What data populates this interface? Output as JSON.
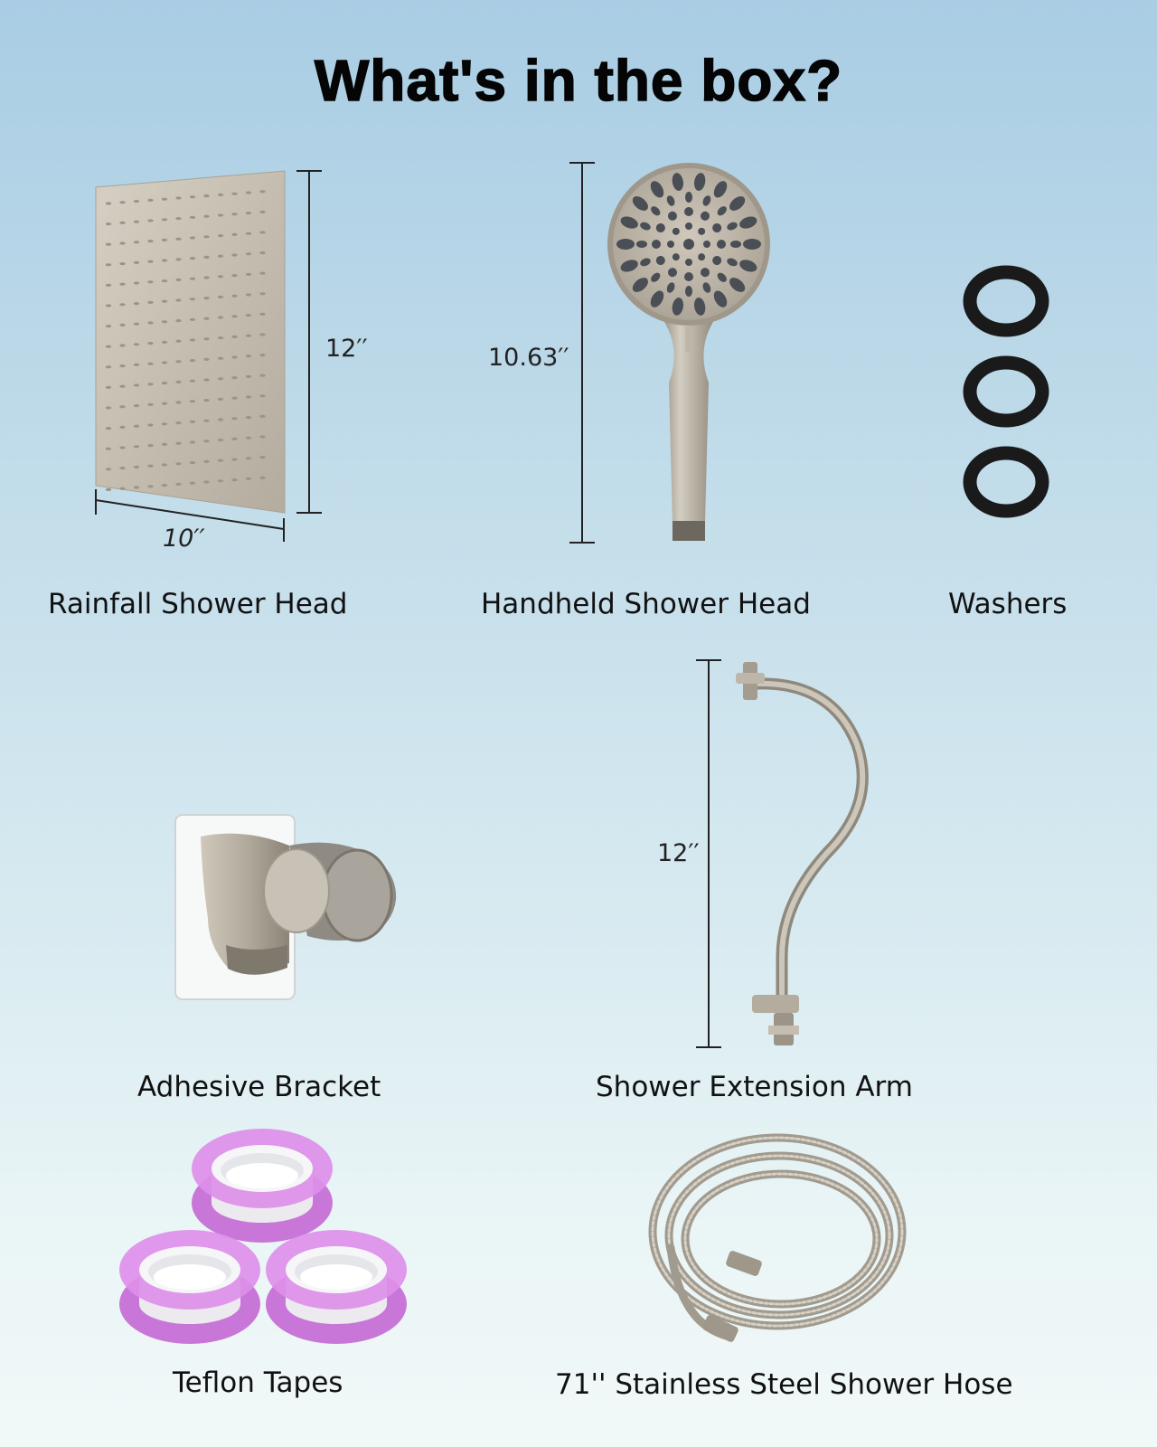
{
  "title": "What's in the box?",
  "items": {
    "rainfall": {
      "label": "Rainfall Shower Head",
      "height": "12′′",
      "width": "10′′"
    },
    "handheld": {
      "label": "Handheld Shower Head",
      "height": "10.63′′"
    },
    "washers": {
      "label": "Washers"
    },
    "bracket": {
      "label": "Adhesive Bracket"
    },
    "arm": {
      "label": "Shower Extension Arm",
      "height": "12′′"
    },
    "tapes": {
      "label": "Teflon Tapes"
    },
    "hose": {
      "label": "71'' Stainless Steel Shower Hose"
    }
  },
  "colors": {
    "nickel": "#b9b2a6",
    "nickel_dark": "#8d8679",
    "nozzle": "#4a4e55",
    "washer": "#1a1a1a",
    "tape_pink": "#d37fe0",
    "tape_white": "#f4f4f6"
  },
  "icons": [
    "rainfall-shower-head-image",
    "handheld-shower-head-image",
    "washer-icon",
    "adhesive-bracket-image",
    "extension-arm-image",
    "teflon-tape-icon",
    "shower-hose-image"
  ]
}
